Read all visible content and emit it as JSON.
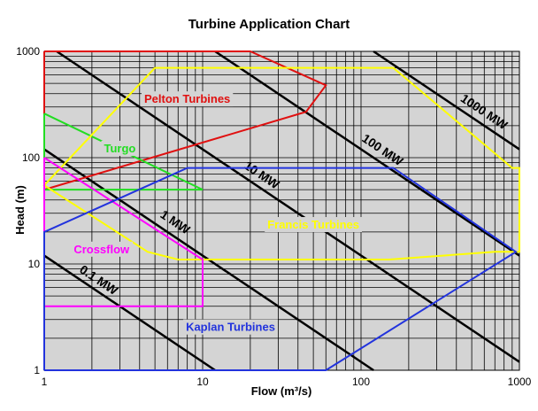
{
  "chart_data": {
    "type": "line",
    "title": "Turbine Application Chart",
    "xlabel": "Flow (m³/s)",
    "ylabel": "Head (m)",
    "x_scale": "log",
    "y_scale": "log",
    "xlim": [
      1,
      1000
    ],
    "ylim": [
      1,
      1000
    ],
    "x_ticks": [
      1,
      10,
      100,
      1000
    ],
    "x_tick_labels": [
      "1",
      "10",
      "100",
      "1000"
    ],
    "y_ticks": [
      1,
      10,
      100,
      1000
    ],
    "y_tick_labels": [
      "1",
      "10",
      "100",
      "1000"
    ],
    "grid": true,
    "colors": {
      "plot_background": "#d4d4d4",
      "grid": "#000000",
      "power_lines": "#000000"
    },
    "power_lines": [
      {
        "label": "0.1 MW",
        "kw": 100
      },
      {
        "label": "1 MW",
        "kw": 1000
      },
      {
        "label": "10 MW",
        "kw": 10000
      },
      {
        "label": "100 MW",
        "kw": 100000
      },
      {
        "label": "1000 MW",
        "kw": 1000000
      }
    ],
    "regions": [
      {
        "name": "Pelton Turbines",
        "color": "#e01010",
        "boundary": [
          [
            1,
            1000
          ],
          [
            20,
            1000
          ],
          [
            60,
            480
          ],
          [
            45,
            270
          ],
          [
            1,
            50
          ],
          [
            1,
            1000
          ]
        ]
      },
      {
        "name": "Turgo",
        "color": "#22dd22",
        "boundary": [
          [
            1,
            260
          ],
          [
            10,
            50
          ],
          [
            1,
            50
          ],
          [
            1,
            260
          ]
        ]
      },
      {
        "name": "Francis Turbines",
        "color": "#ffff00",
        "boundary": [
          [
            5,
            700
          ],
          [
            160,
            700
          ],
          [
            900,
            80
          ],
          [
            1000,
            80
          ],
          [
            1000,
            13
          ],
          [
            700,
            13
          ],
          [
            150,
            11
          ],
          [
            7,
            11
          ],
          [
            4.5,
            13
          ],
          [
            1,
            55
          ],
          [
            5,
            700
          ]
        ]
      },
      {
        "name": "Crossflow",
        "color": "#ff00ff",
        "boundary": [
          [
            1,
            100
          ],
          [
            10,
            11
          ],
          [
            10,
            4
          ],
          [
            1,
            4
          ],
          [
            1,
            100
          ]
        ]
      },
      {
        "name": "Kaplan Turbines",
        "color": "#2233dd",
        "boundary": [
          [
            1,
            1
          ],
          [
            1,
            20
          ],
          [
            8,
            80
          ],
          [
            160,
            80
          ],
          [
            950,
            13
          ],
          [
            60,
            1
          ],
          [
            1,
            1
          ]
        ]
      }
    ]
  }
}
